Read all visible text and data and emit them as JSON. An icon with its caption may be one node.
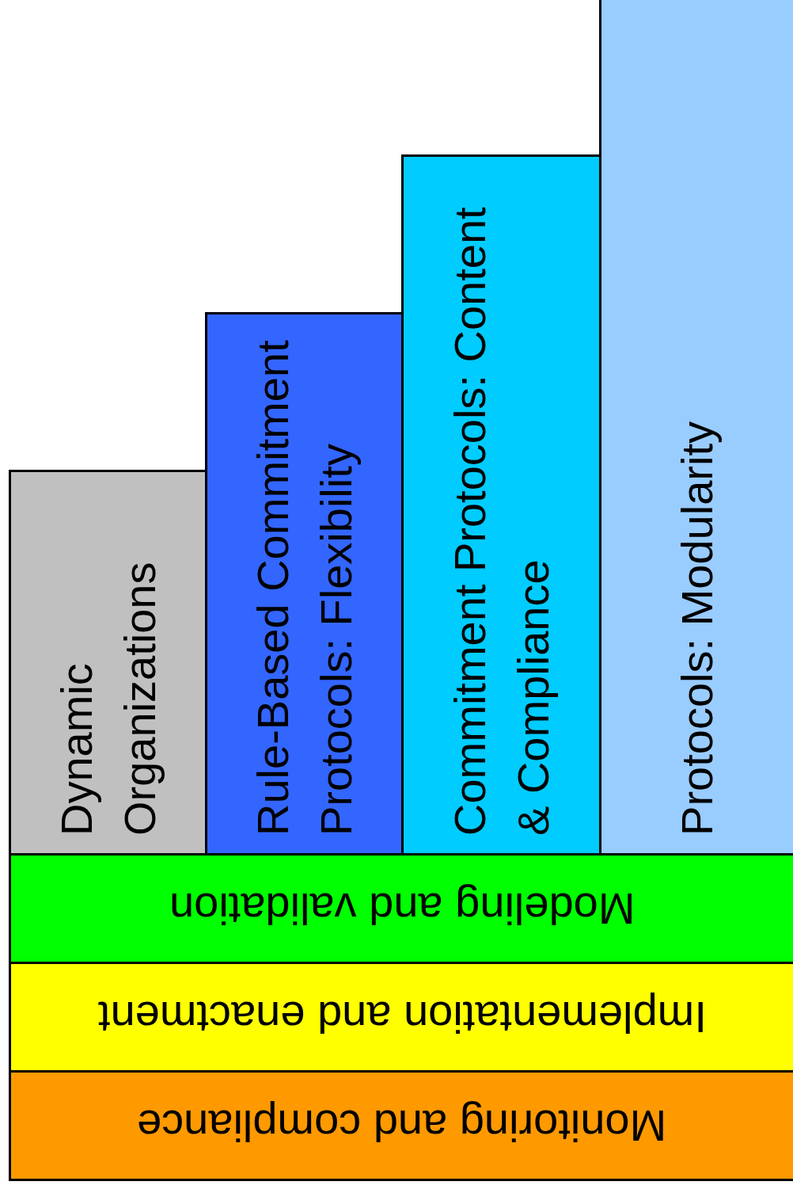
{
  "diagram": {
    "nodes": [
      {
        "text": [
          "Dynamic Organizations"
        ]
      },
      {
        "text": [
          "Rule-Based Commitment Protocols: Flexibility"
        ]
      },
      {
        "text": [
          "Commitment Protocols: Content & Compliance"
        ]
      },
      {
        "text": [
          "Protocols: Modularity"
        ]
      },
      {
        "text": [
          "Modeling and validation"
        ]
      },
      {
        "text": [
          "Implementation and enactment"
        ]
      },
      {
        "text": [
          "Monitoring and compliance"
        ]
      }
    ]
  }
}
